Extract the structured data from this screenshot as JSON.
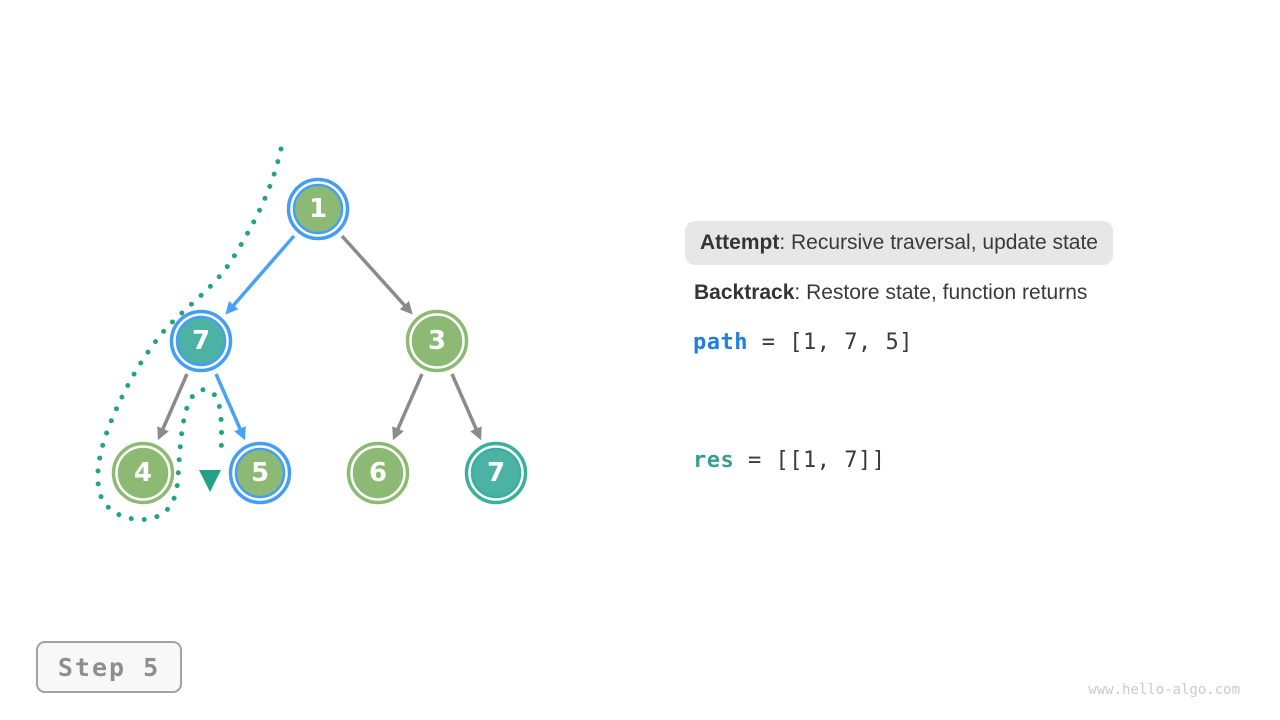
{
  "figure": {
    "description": "Binary tree backtracking (preorder traversal) visualization"
  },
  "legend": {
    "attempt_label": "Attempt",
    "attempt_text": ": Recursive traversal, update state",
    "backtrack_label": "Backtrack",
    "backtrack_text": ": Restore state, function returns"
  },
  "state": {
    "path_var": "path",
    "path_eq": " = ",
    "path_value": "[1, 7, 5]",
    "res_var": "res",
    "res_eq": " = ",
    "res_value": "[[1, 7]]"
  },
  "step_badge": {
    "label": "Step 5"
  },
  "watermark": "www.hello-algo.com",
  "tree": {
    "nodes": [
      {
        "label": "1",
        "value": 1,
        "fill": "green",
        "ring": "blue",
        "role": "root, on current path"
      },
      {
        "label": "7",
        "value": 7,
        "fill": "teal",
        "ring": "blue",
        "role": "left child of 1, on current path"
      },
      {
        "label": "3",
        "value": 3,
        "fill": "green",
        "ring": "green",
        "role": "right child of 1"
      },
      {
        "label": "4",
        "value": 4,
        "fill": "green",
        "ring": "green",
        "role": "left child of 7"
      },
      {
        "label": "5",
        "value": 5,
        "fill": "green",
        "ring": "blue",
        "role": "right child of 7, current node"
      },
      {
        "label": "6",
        "value": 6,
        "fill": "green",
        "ring": "green",
        "role": "left child of 3"
      },
      {
        "label": "7",
        "value": 7,
        "fill": "teal",
        "ring": "teal",
        "role": "right child of 3"
      }
    ],
    "edges": [
      {
        "from": 1,
        "to": "7(left)",
        "state": "active",
        "color": "blue"
      },
      {
        "from": 1,
        "to": 3,
        "state": "normal",
        "color": "gray"
      },
      {
        "from": "7(left)",
        "to": 4,
        "state": "normal",
        "color": "gray"
      },
      {
        "from": "7(left)",
        "to": 5,
        "state": "active",
        "color": "blue"
      },
      {
        "from": 3,
        "to": 6,
        "state": "normal",
        "color": "gray"
      },
      {
        "from": 3,
        "to": "7(right)",
        "state": "normal",
        "color": "gray"
      }
    ],
    "trail": {
      "description": "dotted traversal trail: down past 1 and 7, around 4, back up and down to arrow pointing at 5",
      "color": "#23A47F",
      "arrow_icon": "triangle-down"
    }
  },
  "colors": {
    "node_green": "#8CBA74",
    "node_teal": "#4BB2A4",
    "ring_blue": "#459EF5",
    "ring_green": "#8CBA74",
    "ring_teal": "#3BAF9F",
    "edge_gray": "#8B8B8B",
    "edge_blue": "#49A2F3",
    "trail_green": "#23A47F",
    "code_path_blue": "#1F7FE5",
    "code_res_teal": "#3B9D8E",
    "legend_box_bg": "#E7E7E7",
    "text_dark": "#3A3A3A"
  }
}
